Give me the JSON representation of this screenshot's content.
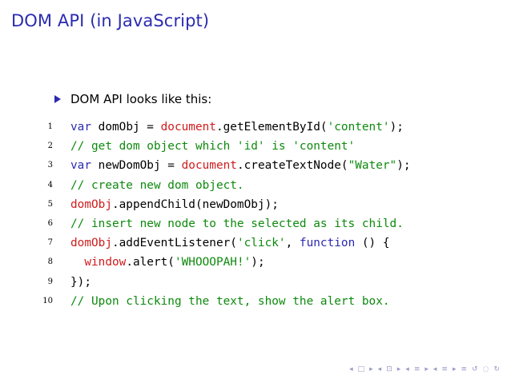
{
  "slide": {
    "title": "DOM API (in JavaScript)",
    "bullet": "DOM API looks like this:"
  },
  "code": {
    "lines": [
      {
        "num": "1",
        "tokens": [
          {
            "t": "kw",
            "v": "var"
          },
          {
            "t": "pl",
            "v": " domObj = "
          },
          {
            "t": "obj",
            "v": "document"
          },
          {
            "t": "pl",
            "v": ".getElementById("
          },
          {
            "t": "str",
            "v": "'content'"
          },
          {
            "t": "pl",
            "v": ");"
          }
        ]
      },
      {
        "num": "2",
        "tokens": [
          {
            "t": "cm",
            "v": "// get dom object which 'id' is 'content'"
          }
        ]
      },
      {
        "num": "3",
        "tokens": [
          {
            "t": "kw",
            "v": "var"
          },
          {
            "t": "pl",
            "v": " newDomObj = "
          },
          {
            "t": "obj",
            "v": "document"
          },
          {
            "t": "pl",
            "v": ".createTextNode("
          },
          {
            "t": "str",
            "v": "\"Water\""
          },
          {
            "t": "pl",
            "v": ");"
          }
        ]
      },
      {
        "num": "4",
        "tokens": [
          {
            "t": "cm",
            "v": "// create new dom object."
          }
        ]
      },
      {
        "num": "5",
        "tokens": [
          {
            "t": "obj",
            "v": "domObj"
          },
          {
            "t": "pl",
            "v": ".appendChild(newDomObj);"
          }
        ]
      },
      {
        "num": "6",
        "tokens": [
          {
            "t": "cm",
            "v": "// insert new node to the selected as its child."
          }
        ]
      },
      {
        "num": "7",
        "tokens": [
          {
            "t": "obj",
            "v": "domObj"
          },
          {
            "t": "pl",
            "v": ".addEventListener("
          },
          {
            "t": "str",
            "v": "'click'"
          },
          {
            "t": "pl",
            "v": ", "
          },
          {
            "t": "kw",
            "v": "function"
          },
          {
            "t": "pl",
            "v": " () {"
          }
        ]
      },
      {
        "num": "8",
        "tokens": [
          {
            "t": "pl",
            "v": "  "
          },
          {
            "t": "obj",
            "v": "window"
          },
          {
            "t": "pl",
            "v": ".alert("
          },
          {
            "t": "str",
            "v": "'WHOOOPAH!'"
          },
          {
            "t": "pl",
            "v": ");"
          }
        ]
      },
      {
        "num": "9",
        "tokens": [
          {
            "t": "pl",
            "v": "});"
          }
        ]
      },
      {
        "num": "10",
        "tokens": [
          {
            "t": "cm",
            "v": "// Upon clicking the text, show the alert box."
          }
        ]
      }
    ]
  },
  "nav": {
    "symbols": [
      "◂",
      "□",
      "▸",
      "◂",
      "⊡",
      "▸",
      "◂",
      "≡",
      "▸",
      "◂",
      "≡",
      "▸",
      "≡",
      "↺",
      "◌",
      "↻"
    ]
  },
  "colors": {
    "title": "#2b2bb0",
    "keyword": "#2b2bb0",
    "object": "#d01c1c",
    "string": "#0e8a0e",
    "comment": "#0e8a0e",
    "nav": "#9a9ac8"
  }
}
